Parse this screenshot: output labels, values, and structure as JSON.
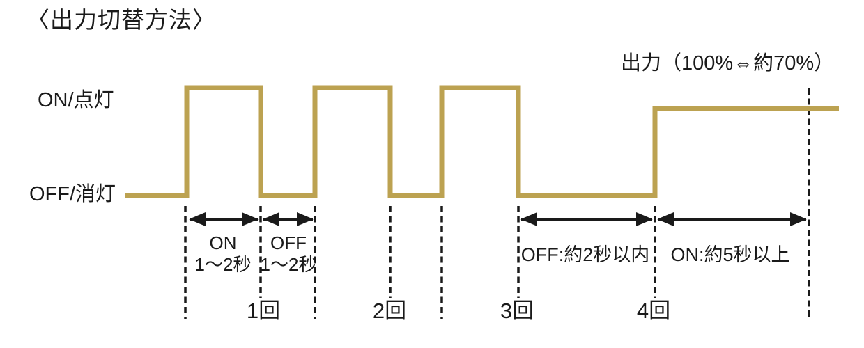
{
  "title": "〈出力切替方法〉",
  "output_label": "出力（100%⇔約70%）",
  "axis": {
    "on": "ON/点灯",
    "off": "OFF/消灯"
  },
  "intervals": {
    "on_short_line1": "ON",
    "on_short_line2": "1〜2秒",
    "off_short_line1": "OFF",
    "off_short_line2": "1〜2秒",
    "off_within": "OFF:約2秒以内",
    "on_hold": "ON:約5秒以上"
  },
  "counts": [
    "1回",
    "2回",
    "3回",
    "4回"
  ],
  "colors": {
    "waveform": "#BCA251",
    "ink": "#1A1A1A"
  },
  "waveform": {
    "type": "timing-diagram",
    "high_level_label": "ON/点灯",
    "low_level_label": "OFF/消灯",
    "sequence": [
      {
        "state": "ON",
        "duration": "1〜2秒",
        "count_mark": "1回"
      },
      {
        "state": "OFF",
        "duration": "1〜2秒"
      },
      {
        "state": "ON",
        "duration": "1〜2秒",
        "count_mark": "2回"
      },
      {
        "state": "OFF",
        "duration": "1〜2秒"
      },
      {
        "state": "ON",
        "duration": "1〜2秒",
        "count_mark": "3回"
      },
      {
        "state": "OFF",
        "duration": "約2秒以内",
        "count_mark": "4回"
      },
      {
        "state": "ON",
        "duration": "約5秒以上",
        "note": "出力（100%⇔約70%）"
      }
    ]
  }
}
